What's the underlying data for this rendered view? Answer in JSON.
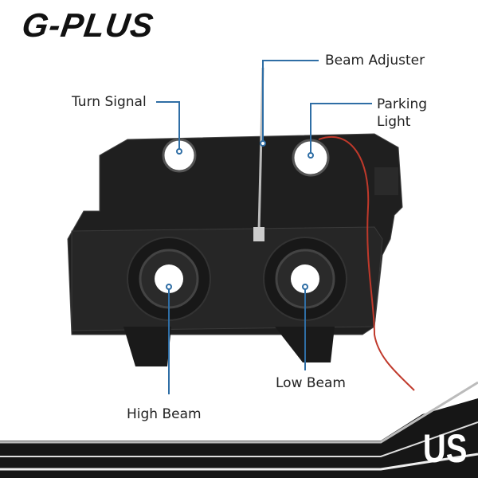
{
  "brand": {
    "logo_text": "G-PLUS",
    "badge": "US"
  },
  "callouts": {
    "beam_adjuster": "Beam Adjuster",
    "turn_signal": "Turn Signal",
    "parking_light_1": "Parking",
    "parking_light_2": "Light",
    "low_beam": "Low Beam",
    "high_beam": "High Beam"
  },
  "colors": {
    "callout_line": "#2f6ea5",
    "housing": "#1c1c1c",
    "wire": "#c0392b"
  }
}
